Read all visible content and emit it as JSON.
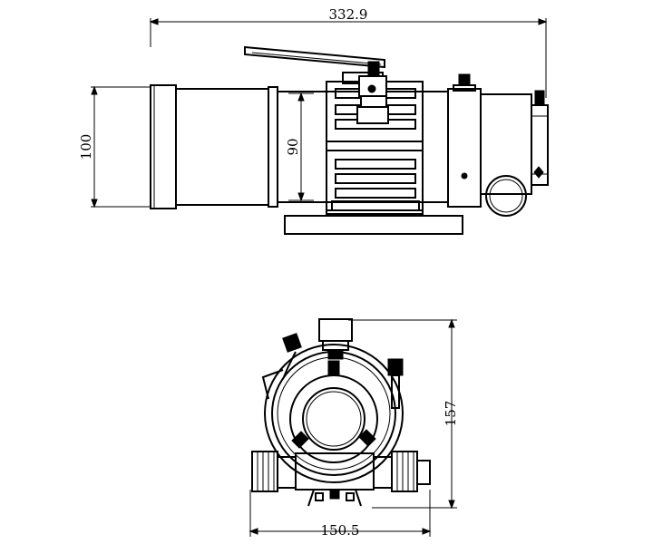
{
  "dimensions": {
    "side_view": {
      "overall_length": "332.9",
      "tube_height": "100",
      "inner_height": "90"
    },
    "front_view": {
      "overall_height": "157",
      "overall_width": "150.5"
    }
  },
  "colors": {
    "line": "#000000",
    "background": "#ffffff"
  }
}
